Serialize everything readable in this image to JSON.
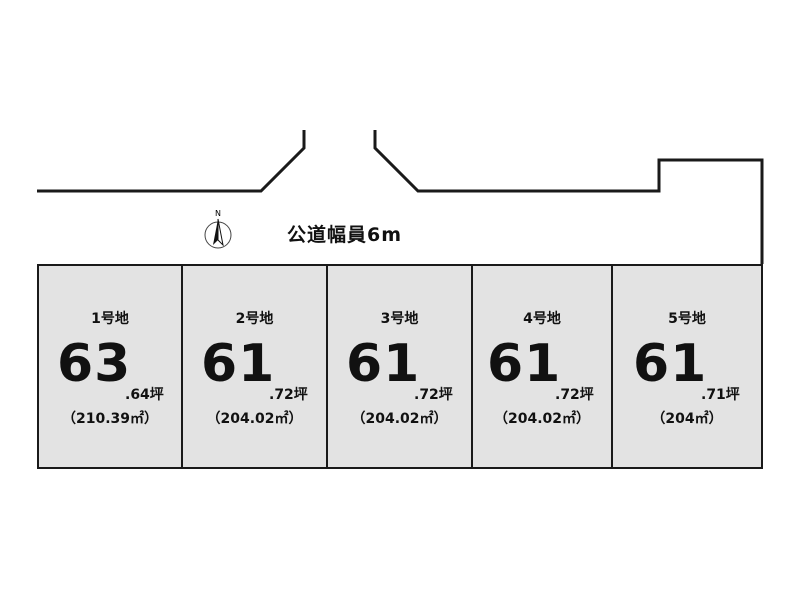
{
  "road": {
    "label": "公道幅員6m",
    "north_label": "N"
  },
  "lots": [
    {
      "name": "1号地",
      "tsubo_int": "63",
      "tsubo_dec": ".64坪",
      "sqm": "（210.39㎡）"
    },
    {
      "name": "2号地",
      "tsubo_int": "61",
      "tsubo_dec": ".72坪",
      "sqm": "（204.02㎡）"
    },
    {
      "name": "3号地",
      "tsubo_int": "61",
      "tsubo_dec": ".72坪",
      "sqm": "（204.02㎡）"
    },
    {
      "name": "4号地",
      "tsubo_int": "61",
      "tsubo_dec": ".72坪",
      "sqm": "（204.02㎡）"
    },
    {
      "name": "5号地",
      "tsubo_int": "61",
      "tsubo_dec": ".71坪",
      "sqm": "（204㎡）"
    }
  ],
  "colors": {
    "lot_fill": "#e3e3e3",
    "line": "#1a1a1a"
  }
}
